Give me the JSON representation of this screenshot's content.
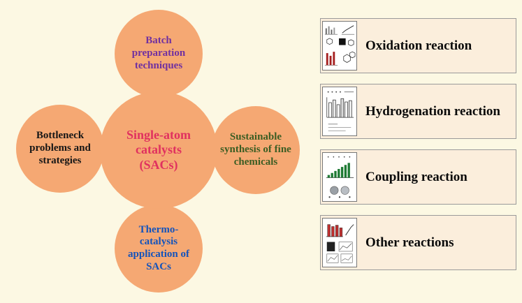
{
  "figure_title": "Single-atom catalysts (SACs) overview diagram",
  "colors": {
    "background": "#FCF8E3",
    "circle_fill": "#F5A873",
    "center_text": "#E0315F",
    "top_text": "#7030A0",
    "left_text": "#161616",
    "right_text": "#3B5D23",
    "bottom_text": "#1353BC",
    "reaction_box_fill": "#FBEEDC"
  },
  "center_circle": {
    "label": "Single-atom catalysts (SACs)"
  },
  "circles": {
    "top": {
      "label": "Batch preparation techniques"
    },
    "left": {
      "label": "Bottleneck problems and strategies"
    },
    "right": {
      "label": "Sustainable synthesis of fine chemicals"
    },
    "bottom": {
      "label": "Thermo-catalysis application of SACs"
    }
  },
  "reactions": [
    {
      "label": "Oxidation reaction",
      "icon": "oxidation-figure-thumbnail"
    },
    {
      "label": "Hydrogenation reaction",
      "icon": "hydrogenation-figure-thumbnail"
    },
    {
      "label": "Coupling reaction",
      "icon": "coupling-figure-thumbnail"
    },
    {
      "label": "Other reactions",
      "icon": "other-reactions-figure-thumbnail"
    }
  ]
}
